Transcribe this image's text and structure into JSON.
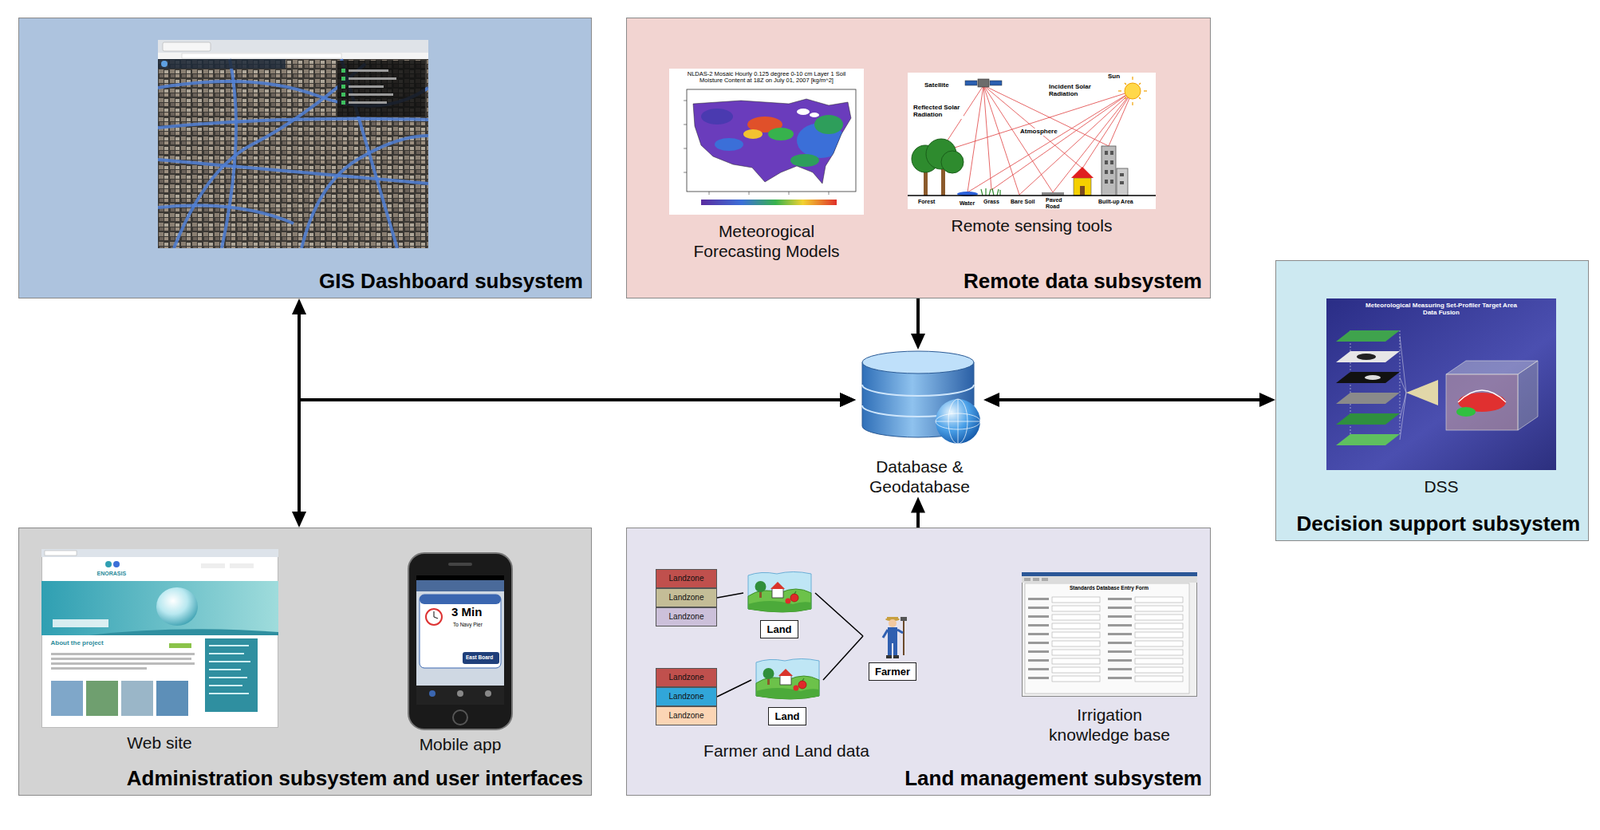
{
  "diagram": {
    "nodes": [
      {
        "text": [
          "GIS Dashboard subsystem"
        ]
      },
      {
        "text": [
          "Remote data subsystem"
        ]
      },
      {
        "text": [
          "Meteorogical Forecasting Models"
        ],
        "in": 1
      },
      {
        "text": [
          "Remote sensing tools"
        ],
        "in": 1
      },
      {
        "text": [
          "Database & Geodatabase"
        ]
      },
      {
        "text": [
          "Decision support subsystem"
        ]
      },
      {
        "text": [
          "DSS"
        ],
        "in": 5
      },
      {
        "text": [
          "Administration subsystem and user interfaces"
        ]
      },
      {
        "text": [
          "Web site"
        ],
        "in": 7
      },
      {
        "text": [
          "Mobile app"
        ],
        "in": 7
      },
      {
        "text": [
          "Land management subsystem"
        ]
      },
      {
        "text": [
          "Farmer and Land data"
        ],
        "in": 10
      },
      {
        "text": [
          "Landzone"
        ],
        "in": 11
      },
      {
        "text": [
          "Landzone"
        ],
        "in": 11
      },
      {
        "text": [
          "Landzone"
        ],
        "in": 11
      },
      {
        "text": [
          "Land"
        ],
        "in": 11
      },
      {
        "text": [
          "Farmer"
        ],
        "in": 11
      },
      {
        "text": [
          "Landzone"
        ],
        "in": 11
      },
      {
        "text": [
          "Landzone"
        ],
        "in": 11
      },
      {
        "text": [
          "Landzone"
        ],
        "in": 11
      },
      {
        "text": [
          "Land"
        ],
        "in": 11
      },
      {
        "text": [
          "Irrigation knowledge base"
        ],
        "in": 10
      }
    ],
    "edges": [
      {
        "from": 0,
        "to": 4,
        "arrow": "both"
      },
      {
        "from": 7,
        "to": 4,
        "arrow": "both"
      },
      {
        "from": 1,
        "to": 4,
        "arrow": "to"
      },
      {
        "from": 10,
        "to": 4,
        "arrow": "to"
      },
      {
        "from": 4,
        "to": 5,
        "arrow": "both"
      },
      {
        "from": 13,
        "to": 15,
        "arrow": "none"
      },
      {
        "from": 15,
        "to": 16,
        "arrow": "none"
      },
      {
        "from": 18,
        "to": 20,
        "arrow": "none"
      },
      {
        "from": 20,
        "to": 16,
        "arrow": "none"
      }
    ],
    "labels": [
      "Satellite",
      "Sun",
      "Incident Solar Radiation",
      "Reflected Solar Radiation",
      "Atmosphere",
      "Forest",
      "Water",
      "Grass",
      "Bare Soil",
      "Paved Road",
      "Built-up Area",
      "NLDAS-2 Mosaic Hourly 0.125 degree 0-10 cm Layer 1 Soil Moisture Content at 18Z on July 01, 2007 [kg/m^2]",
      "Meteorological Measuring Set-Profiler Target Area Data Fusion",
      "ENORASIS",
      "About the project",
      "3 Min",
      "To Navy Pier",
      "East Board",
      "Standards Database Entry Form"
    ]
  }
}
